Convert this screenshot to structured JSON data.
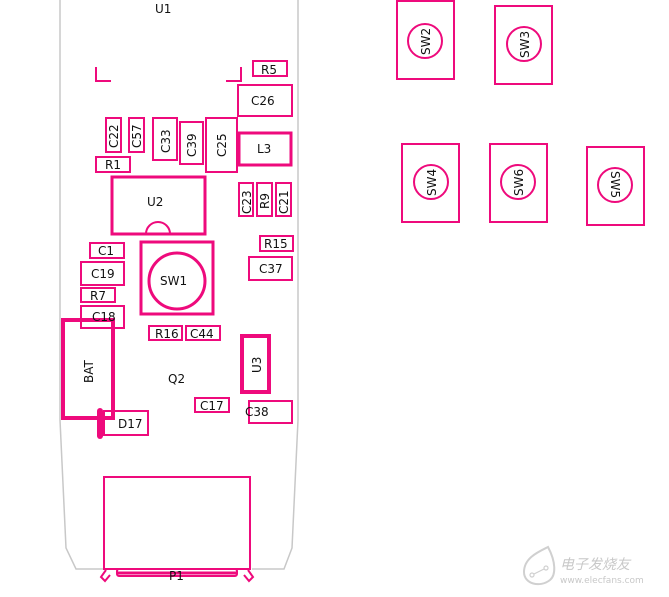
{
  "diagram": {
    "type": "pcb-silkscreen-layout",
    "colors": {
      "outline": "#c8c8c8",
      "silkscreen": "#ee0a7c",
      "text": "#111111",
      "watermark": "#c8c8c8"
    },
    "board_label": "U1",
    "components": {
      "R5": "R5",
      "C26": "C26",
      "C22": "C22",
      "C57": "C57",
      "C33": "C33",
      "C39": "C39",
      "C25": "C25",
      "L3": "L3",
      "R1": "R1",
      "U2": "U2",
      "C23": "C23",
      "R9": "R9",
      "C21": "C21",
      "C1": "C1",
      "R15": "R15",
      "C19": "C19",
      "SW1": "SW1",
      "C37": "C37",
      "R7": "R7",
      "C18": "C18",
      "R16": "R16",
      "C44": "C44",
      "BAT": "BAT",
      "U3": "U3",
      "Q2": "Q2",
      "C17": "C17",
      "C38": "C38",
      "D17": "D17",
      "P1": "P1",
      "SW2": "SW2",
      "SW3": "SW3",
      "SW4": "SW4",
      "SW6": "SW6",
      "SW5": "SW5"
    },
    "watermark": {
      "title": "电子发烧友",
      "url": "www.elecfans.com"
    }
  }
}
